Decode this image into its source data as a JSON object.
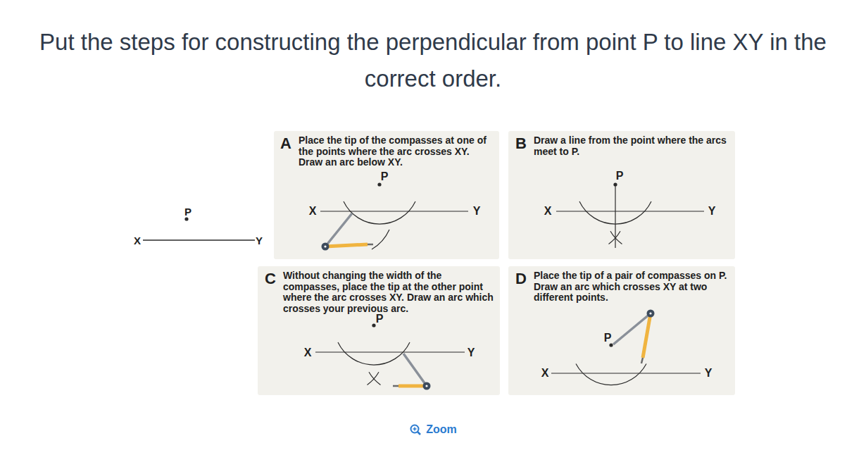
{
  "diagram": {
    "title": "Put the steps for constructing the perpendicular from point P to line XY in the correct order.",
    "nodes": [
      {
        "text": [
          "A",
          "Place the tip of the compasses at one of the points where the arc crosses XY. Draw an arc below XY."
        ]
      },
      {
        "text": [
          "B",
          "Draw a line from the point where the arcs meet to P."
        ]
      },
      {
        "text": [
          "C",
          "Without changing the width of the compasses, place the tip at the other point where the arc crosses XY. Draw an arc which crosses your previous arc."
        ]
      },
      {
        "text": [
          "D",
          "Place the tip of a pair of compasses on P. Draw an arc which crosses XY at two different points."
        ]
      }
    ],
    "labels": [
      "P",
      "X",
      "Y",
      "P",
      "X",
      "Y",
      "P",
      "X",
      "Y",
      "P",
      "X",
      "Y",
      "P",
      "X",
      "Y",
      "Zoom"
    ]
  }
}
